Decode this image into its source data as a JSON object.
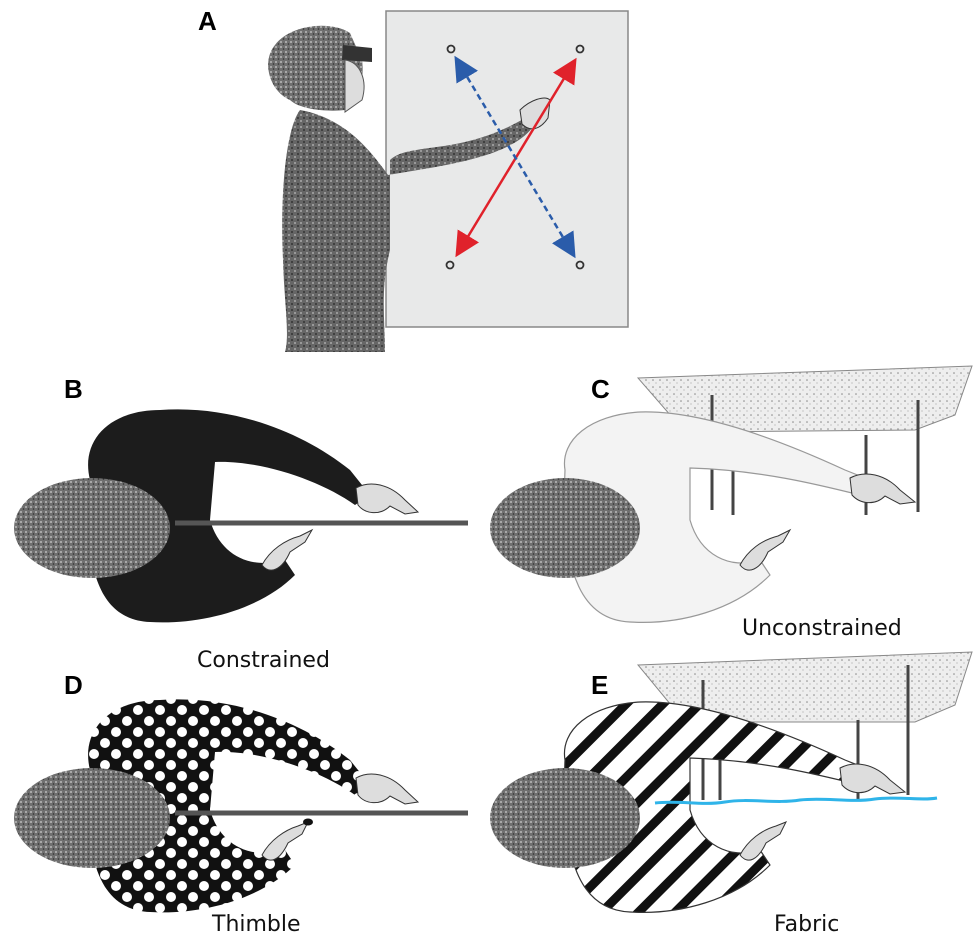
{
  "panels": {
    "a": {
      "letter": "A"
    },
    "b": {
      "letter": "B",
      "caption": "Constrained"
    },
    "c": {
      "letter": "C",
      "caption": "Unconstrained"
    },
    "d": {
      "letter": "D",
      "caption": "Thimble"
    },
    "e": {
      "letter": "E",
      "caption": "Fabric"
    }
  },
  "colors": {
    "board": "#e8e9e9",
    "red_arrow": "#e0222b",
    "blue_arrow": "#2a5caa",
    "fabric_line": "#2fb4e9",
    "constrained_shirt": "#1c1c1c",
    "unconstrained_shirt": "#f3f3f3",
    "rod": "#4a4a4a"
  }
}
